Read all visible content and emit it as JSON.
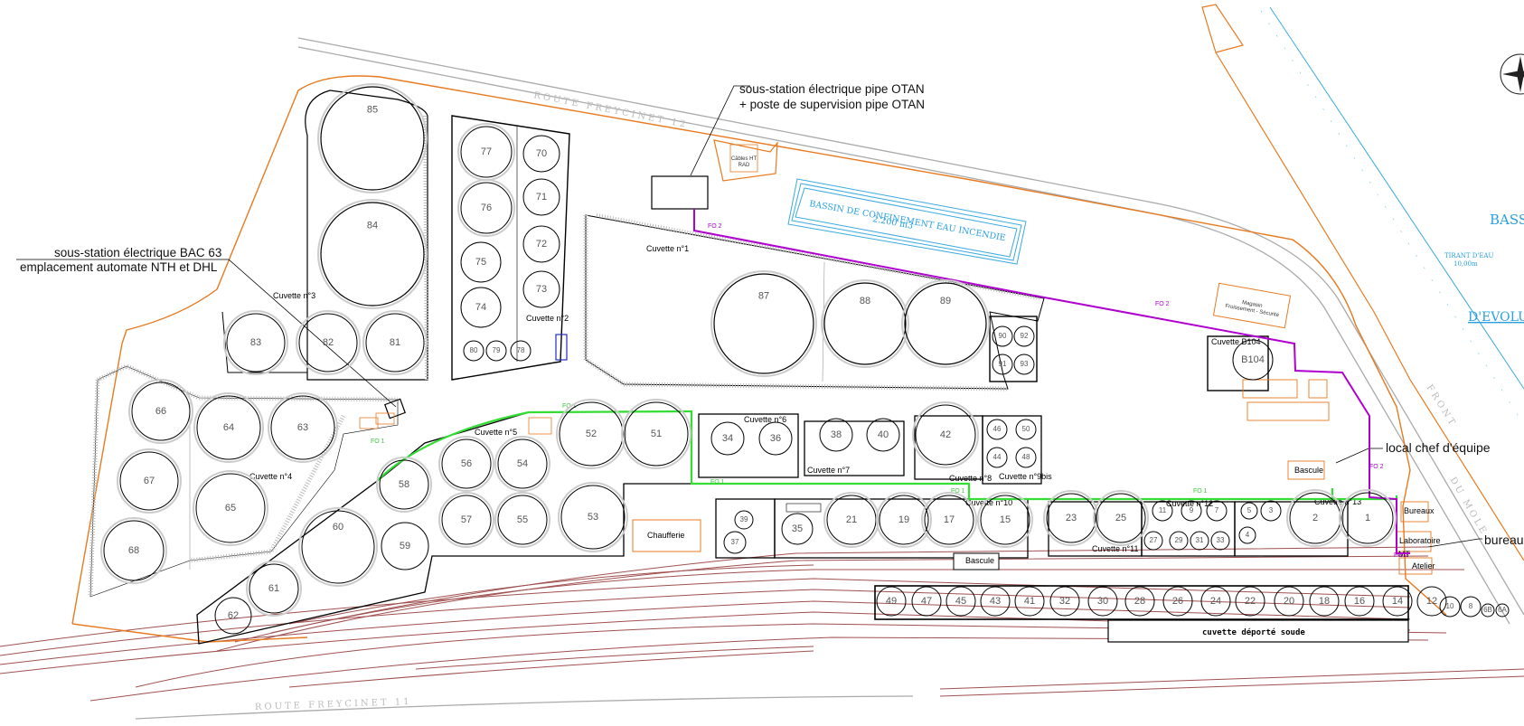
{
  "annotations": {
    "otan_line1": "sous-station électrique pipe OTAN",
    "otan_line2": "+ poste de supervision pipe OTAN",
    "bac63_line1": "sous-station électrique BAC 63",
    "bac63_line2": "emplacement automate NTH  et DHL",
    "chef_equipe": "local chef d'équipe",
    "bureaux": "bureaux"
  },
  "roads": {
    "freycinet_12": "ROUTE   FREYCINET   12",
    "freycinet_11": "ROUTE   FREYCINET   11",
    "front": "FRONT",
    "du_mole": "DU MOLE"
  },
  "basin": {
    "line1": "BASSIN DE CONFINEMENT EAU INCENDIE",
    "line2": "2.200 m3"
  },
  "water": {
    "bass": "BASS",
    "tirant_line1": "TIRANT D'EAU",
    "tirant_line2": "10,00m",
    "evolu": "D'EVOLU"
  },
  "cuvettes": {
    "c1": "Cuvette n°1",
    "c2": "Cuvette n°2",
    "c3": "Cuvette n°3",
    "c4": "Cuvette n°4",
    "c5": "Cuvette n°5",
    "c6": "Cuvette n°6",
    "c7": "Cuvette n°7",
    "c8": "Cuvette n°8",
    "c9": "Cuvette n°9bis",
    "c10": "Cuvette n°10",
    "c11": "Cuvette n°11",
    "c12": "Cuvette n°12",
    "c13": "Cuvette n°13",
    "cb104": "Cuvette B104",
    "soude": "cuvette  déporté  soude"
  },
  "buildings": {
    "chaufferie": "Chaufferie",
    "bascule": "Bascule",
    "bascule2": "Bascule",
    "bureaux": "Bureaux",
    "laboratoire": "Laboratoire",
    "atelier": "Atelier",
    "mt": "MT",
    "cables_line1": "Câbles HT",
    "cables_line2": "RAD",
    "magasin_line1": "Magasin",
    "magasin_line2": "Froissement - Sécurité"
  },
  "fiber": {
    "fo1": "FO 1",
    "fo2": "FO 2"
  },
  "tanks": [
    "85",
    "84",
    "83",
    "82",
    "81",
    "77",
    "76",
    "75",
    "74",
    "80",
    "79",
    "78",
    "70",
    "71",
    "72",
    "73",
    "87",
    "88",
    "89",
    "90",
    "92",
    "91",
    "93",
    "66",
    "64",
    "63",
    "67",
    "65",
    "68",
    "58",
    "56",
    "54",
    "52",
    "51",
    "60",
    "59",
    "57",
    "55",
    "53",
    "61",
    "62",
    "34",
    "36",
    "38",
    "40",
    "42",
    "46",
    "50",
    "44",
    "48",
    "35",
    "21",
    "19",
    "17",
    "15",
    "39",
    "37",
    "23",
    "25",
    "11",
    "9",
    "7",
    "3",
    "27",
    "29",
    "31",
    "33",
    "5",
    "4",
    "2",
    "1",
    "B104",
    "49",
    "47",
    "45",
    "43",
    "41",
    "32",
    "30",
    "28",
    "26",
    "24",
    "22",
    "20",
    "18",
    "16",
    "14",
    "12",
    "10",
    "8",
    "6B",
    "6A"
  ]
}
